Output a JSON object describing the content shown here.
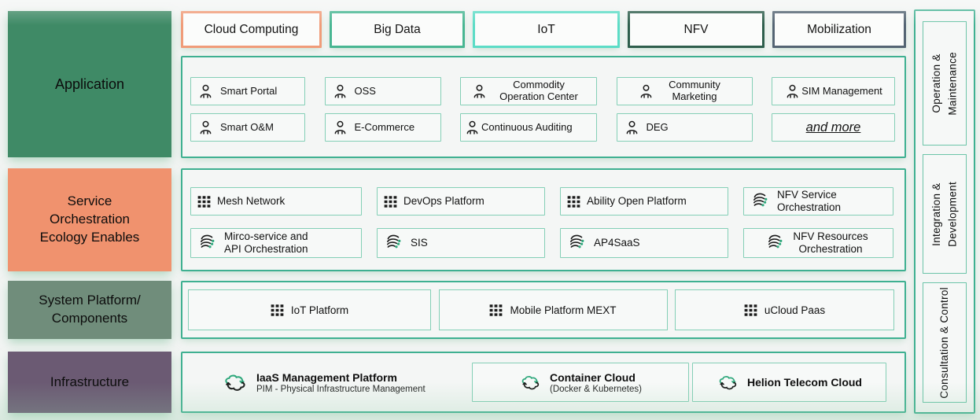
{
  "colors": {
    "accent_teal": "#3fb091",
    "inner_border_teal": "#84cfb6",
    "icon_green": "#2fa87c",
    "application_green": "#3f8a66",
    "service_salmon": "#f0926e",
    "system_sage": "#708d7b",
    "infrastructure_purple": "#6b5a73",
    "tab_cloud_computing": "#f09c79",
    "tab_big_data": "#48b692",
    "tab_iot": "#5cdcc6",
    "tab_nfv": "#2e5e4c",
    "tab_mobilization": "#546473"
  },
  "left_sections": [
    {
      "label": "Application",
      "color": "#3f8a66"
    },
    {
      "label": "Service\nOrchestration\nEcology Enables",
      "color": "#f0926e"
    },
    {
      "label": "System Platform/\nComponents",
      "color": "#708d7b"
    },
    {
      "label": "Infrastructure",
      "color": "#6b5a73"
    }
  ],
  "tabs": [
    {
      "label": "Cloud Computing",
      "border_color": "#f09c79"
    },
    {
      "label": "Big Data",
      "border_color": "#48b692"
    },
    {
      "label": "IoT",
      "border_color": "#5cdcc6"
    },
    {
      "label": "NFV",
      "border_color": "#2e5e4c"
    },
    {
      "label": "Mobilization",
      "border_color": "#546473"
    }
  ],
  "application": {
    "items": [
      {
        "label": "Smart Portal",
        "icon": "person"
      },
      {
        "label": "OSS",
        "icon": "person"
      },
      {
        "label": "Commodity Operation Center",
        "icon": "person"
      },
      {
        "label": "Community Marketing",
        "icon": "person"
      },
      {
        "label": "SIM Management",
        "icon": "person"
      },
      {
        "label": "Smart O&M",
        "icon": "person"
      },
      {
        "label": "E-Commerce",
        "icon": "person"
      },
      {
        "label": "Continuous Auditing",
        "icon": "person"
      },
      {
        "label": "DEG",
        "icon": "person"
      },
      {
        "label": "and more",
        "icon": "none"
      }
    ]
  },
  "service_orchestration": {
    "items": [
      {
        "label": "Mesh Network",
        "icon": "grid"
      },
      {
        "label": "DevOps Platform",
        "icon": "grid"
      },
      {
        "label": "Ability Open Platform",
        "icon": "grid"
      },
      {
        "label": "NFV Service Orchestration",
        "icon": "swirl"
      },
      {
        "label": "Mirco-service and API Orchestration",
        "icon": "swirl"
      },
      {
        "label": "SIS",
        "icon": "swirl"
      },
      {
        "label": "AP4SaaS",
        "icon": "swirl"
      },
      {
        "label": "NFV Resources Orchestration",
        "icon": "swirl"
      }
    ]
  },
  "system_platform": {
    "items": [
      {
        "label": "IoT Platform",
        "icon": "grid"
      },
      {
        "label": "Mobile Platform MEXT",
        "icon": "grid"
      },
      {
        "label": "uCloud Paas",
        "icon": "grid"
      }
    ]
  },
  "infrastructure": {
    "items": [
      {
        "title": "IaaS Management Platform",
        "subtitle": "PIM - Physical Infrastructure Management",
        "icon": "cloud-sync"
      },
      {
        "title": "Container Cloud",
        "subtitle": "(Docker & Kubernetes)",
        "icon": "cloud-sync"
      },
      {
        "title": "Helion Telecom Cloud",
        "subtitle": "",
        "icon": "cloud-sync"
      }
    ]
  },
  "right_sections": [
    {
      "line1": "Operation &",
      "line2": "Maintenance"
    },
    {
      "line1": "Integration &",
      "line2": "Development"
    },
    {
      "line1": "Consultation & Control",
      "line2": ""
    }
  ]
}
